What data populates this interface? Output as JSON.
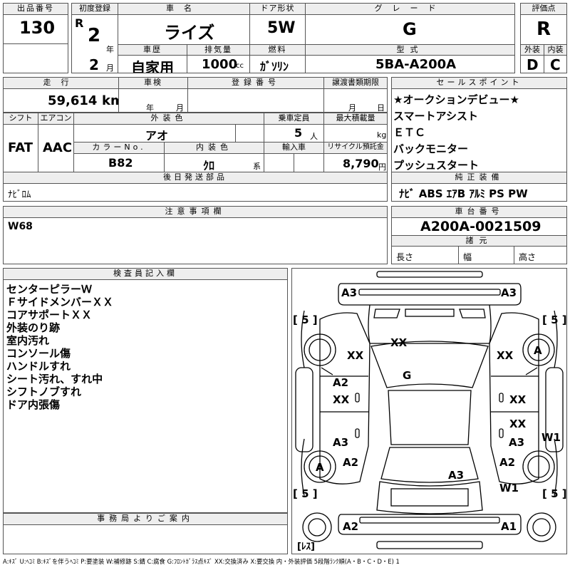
{
  "header": {
    "lot_no_label": "出品番号",
    "lot_no": "130",
    "first_reg_label": "初度登録",
    "era": "R",
    "year": "2",
    "year_unit": "年",
    "month": "2",
    "month_unit": "月",
    "car_name_label": "車名",
    "car_name": "ライズ",
    "history_label": "車歴",
    "history": "自家用",
    "displacement_label": "排気量",
    "displacement": "1000",
    "displacement_unit": "cc",
    "door_label": "ドア形状",
    "door": "5W",
    "fuel_label": "燃料",
    "fuel": "ｶﾞｿﾘﾝ",
    "grade_label": "グレード",
    "grade": "G",
    "model_label": "型式",
    "model": "5BA-A200A",
    "score_label": "評価点",
    "score": "R",
    "exterior_label": "外装",
    "exterior": "D",
    "interior_label": "内装",
    "interior": "C"
  },
  "mid": {
    "mileage_label": "走行",
    "mileage": "59,614",
    "mileage_unit": "km",
    "inspection_label": "車検",
    "insp_year_unit": "年",
    "insp_month_unit": "月",
    "reg_no_label": "登録番号",
    "transfer_label": "譲渡書類期限",
    "transfer_month": "月",
    "transfer_day": "日",
    "shift_label": "シフト",
    "shift": "FAT",
    "ac_label": "エアコン",
    "ac": "AAC",
    "ext_color_label": "外装色",
    "ext_color": "アオ",
    "capacity_label": "乗車定員",
    "capacity": "5",
    "capacity_unit": "人",
    "load_label": "最大積載量",
    "load_unit": "kg",
    "color_no_label": "カラーNo.",
    "color_no": "B82",
    "int_color_label": "内装色",
    "int_color": "ｸﾛ",
    "int_color_unit": "系",
    "import_label": "輸入車",
    "recycle_label": "リサイクル預託金",
    "recycle": "8,790",
    "recycle_unit": "円",
    "later_parts_label": "後日発送部品",
    "later_parts": "ﾅﾋﾞﾛﾑ",
    "notes_label": "注意事項欄",
    "notes": "W68"
  },
  "sales_points": {
    "label": "セールスポイント",
    "items": [
      "★オークションデビュー★",
      "スマートアシスト",
      "ＥＴＣ",
      "バックモニター",
      "プッシュスタート"
    ]
  },
  "equipment": {
    "label": "純正装備",
    "value": "ﾅﾋﾞ ABS ｴｱB ｱﾙﾐ PS PW"
  },
  "chassis": {
    "label": "車台番号",
    "value": "A200A-0021509",
    "specs_label": "諸元",
    "length_label": "長さ",
    "width_label": "幅",
    "height_label": "高さ"
  },
  "inspector": {
    "label": "検査員記入欄",
    "lines": [
      "センターピラーＷ",
      "ＦサイドメンバーＸＸ",
      "コアサポートＸＸ",
      "外装のり跡",
      "室内汚れ",
      "コンソール傷",
      "ハンドルすれ",
      "シート汚れ、すれ中",
      "シフトノブすれ",
      "ドア内張傷"
    ]
  },
  "office": {
    "label": "事務局よりご案内"
  },
  "diagram": {
    "marks": {
      "a3_tl": "A3",
      "a3_tr": "A3",
      "five_tl": "[ 5 ]",
      "five_tr": "[ 5 ]",
      "five_bl": "[ 5 ]",
      "five_br": "[ 5 ]",
      "xx_hood": "XX",
      "xx_left": "XX",
      "xx_right": "XX",
      "wheel_fr": "A",
      "g_roof": "G",
      "a2_ld": "A2",
      "xx_ld": "XX",
      "xx_rd": "XX",
      "xx_rd2": "XX",
      "a3_lr": "A3",
      "a3_rr": "A3",
      "w1_pillar": "W1",
      "wheel_rl": "A",
      "a2_lq": "A2",
      "a3_trunk": "A3",
      "a2_rq": "A2",
      "w1_rq": "W1",
      "a2_bl": "A2",
      "a1_br": "A1",
      "rear_note": "[ﾚｽ]"
    }
  },
  "legend": "A:ｷｽﾞ U:ﾍｺﾐ B:ｷｽﾞを伴うﾍｺﾐ P:要塗装 W:補修跡 S:錆 C:腐食 G:ﾌﾛﾝﾄｶﾞﾗｽ点ｷｽﾞ XX:交換済み X:要交換 内・外装評価 5段階ﾗﾝｸ順(A・B・C・D・E) 1"
}
